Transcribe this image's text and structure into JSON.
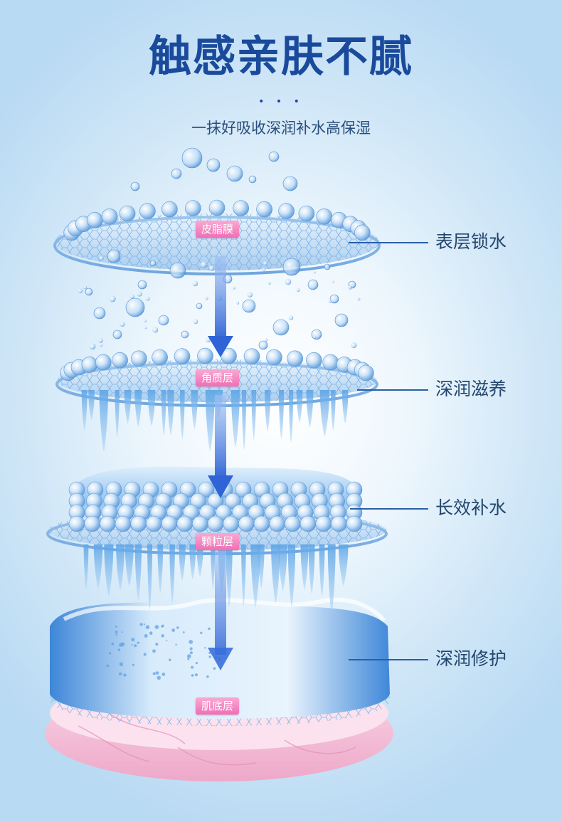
{
  "header": {
    "title": "触感亲肤不腻",
    "dots": "• • •",
    "subtitle": "一抹好吸收深润补水高保湿"
  },
  "layers": [
    {
      "name": "皮脂膜",
      "callout": "表层锁水"
    },
    {
      "name": "角质层",
      "callout": "深润滋养"
    },
    {
      "name": "颗粒层",
      "callout": "长效补水"
    },
    {
      "name": "肌底层",
      "callout": "深润修护"
    }
  ],
  "colors": {
    "title": "#1a4a9c",
    "tag_pink": "#ee6fb4",
    "arrow_blue": "#2f63d6",
    "callout_line": "#2a5ea6",
    "skin_pink": "#f3b6d2",
    "water_blue": "#6fb1ea"
  }
}
